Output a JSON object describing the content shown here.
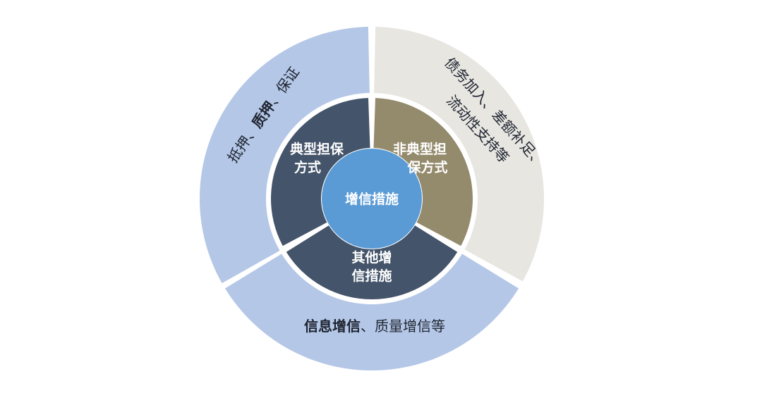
{
  "center": {
    "label": "增信措施",
    "color": "#5b9bd5"
  },
  "inner_ring": [
    {
      "id": "typical",
      "line1": "典型担保",
      "line2": "方式",
      "color": "#44546a"
    },
    {
      "id": "atypical",
      "line1": "非典型担",
      "line2": "保方式",
      "color": "#948a6c"
    },
    {
      "id": "other",
      "line1": "其他增",
      "line2": "信措施",
      "color": "#44546a"
    }
  ],
  "outer_ring": [
    {
      "id": "typical-detail",
      "color": "#b4c7e7",
      "parts": [
        {
          "text": "抵押、",
          "bold": false
        },
        {
          "text": "质押",
          "bold": true
        },
        {
          "text": "、保证",
          "bold": false
        }
      ]
    },
    {
      "id": "atypical-detail",
      "color": "#e7e6e1",
      "line1": "债务加入、差额补足、",
      "line2": "流动性支持等"
    },
    {
      "id": "other-detail",
      "color": "#b4c7e7",
      "parts": [
        {
          "text": "信息增信",
          "bold": true
        },
        {
          "text": "、质量增信等",
          "bold": false
        }
      ]
    }
  ]
}
